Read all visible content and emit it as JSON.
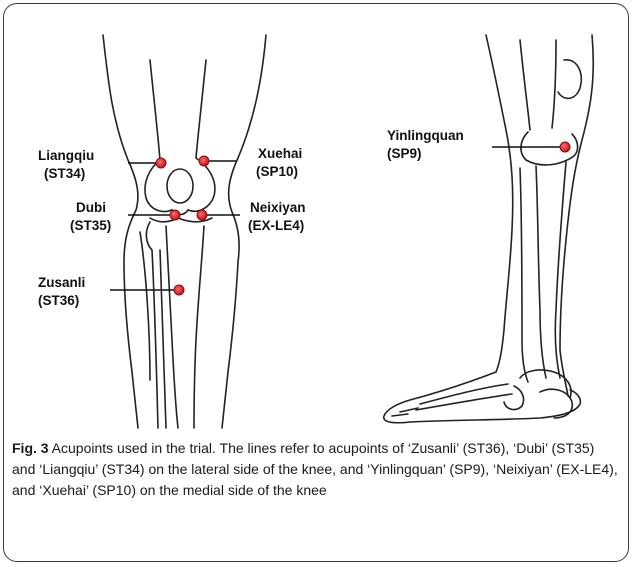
{
  "figure": {
    "points": [
      {
        "name": "Liangqiu",
        "code": "(ST34)"
      },
      {
        "name": "Xuehai",
        "code": "(SP10)"
      },
      {
        "name": "Dubi",
        "code": "(ST35)"
      },
      {
        "name": "Neixiyan",
        "code": "(EX-LE4)"
      },
      {
        "name": "Zusanli",
        "code": "(ST36)"
      },
      {
        "name": "Yinlingquan",
        "code": "(SP9)"
      }
    ],
    "point_color": "#d8232a"
  },
  "caption": {
    "label": "Fig. 3",
    "text": " Acupoints used in the trial. The lines refer to acupoints of ‘Zusanli’ (ST36), ‘Dubi’ (ST35) and ‘Liangqiu’ (ST34) on the lateral side of the knee, and ‘Yinlingquan’ (SP9), ‘Neixiyan’ (EX-LE4), and ‘Xuehai’ (SP10) on the medial side of the knee"
  }
}
